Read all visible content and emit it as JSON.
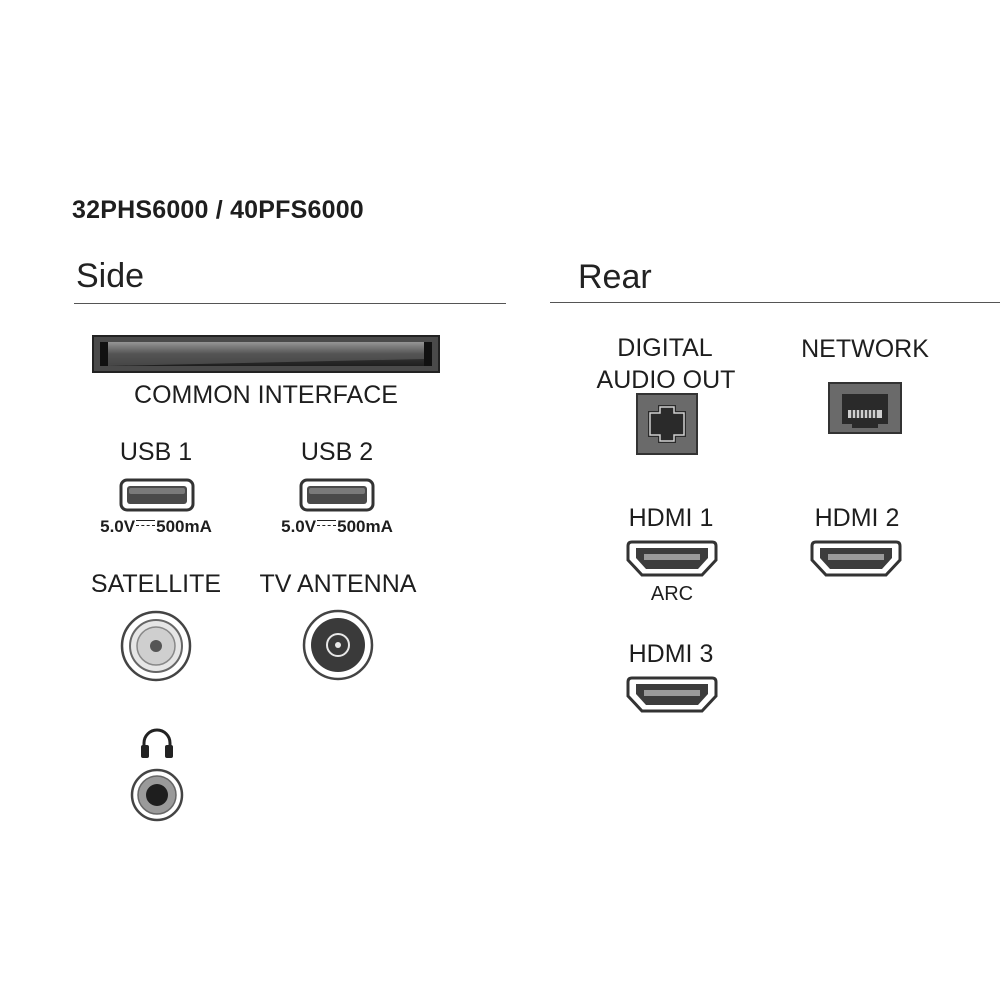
{
  "model_title": "32PHS6000 / 40PFS6000",
  "side": {
    "heading": "Side",
    "common_interface": "COMMON INTERFACE",
    "usb1": {
      "label": "USB 1",
      "spec_v": "5.0V",
      "spec_a": "500mA"
    },
    "usb2": {
      "label": "USB 2",
      "spec_v": "5.0V",
      "spec_a": "500mA"
    },
    "satellite": "SATELLITE",
    "tv_antenna": "TV ANTENNA",
    "headphone_icon": "headphones-icon"
  },
  "rear": {
    "heading": "Rear",
    "digital_audio_out_1": "DIGITAL",
    "digital_audio_out_2": "AUDIO OUT",
    "network": "NETWORK",
    "hdmi1": "HDMI 1",
    "hdmi1_sub": "ARC",
    "hdmi2": "HDMI 2",
    "hdmi3": "HDMI 3"
  },
  "colors": {
    "port_dark": "#3c3c3c",
    "port_grey": "#6a6a6a",
    "rule": "#555555"
  }
}
